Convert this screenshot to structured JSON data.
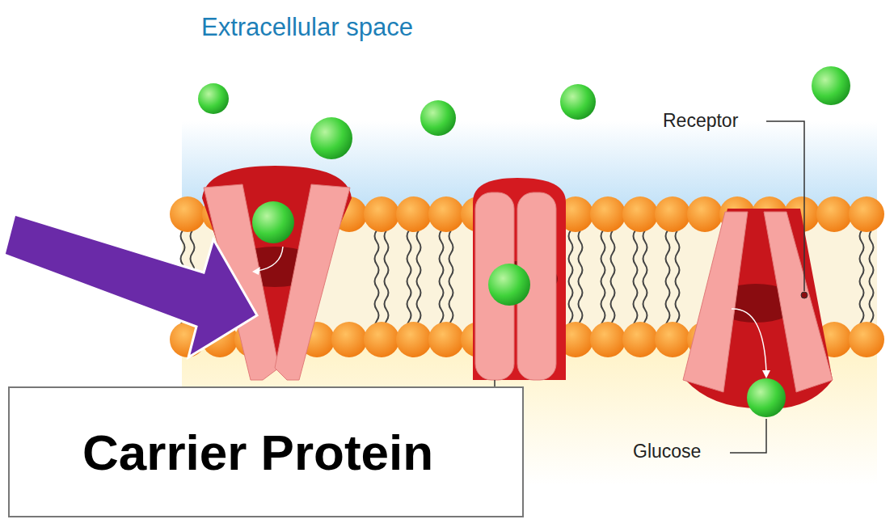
{
  "diagram": {
    "nodes": [
      {
        "text": [
          "Carrier Protein"
        ]
      }
    ],
    "labels": [
      "Extracellular space",
      "Receptor",
      "Glucose"
    ]
  }
}
